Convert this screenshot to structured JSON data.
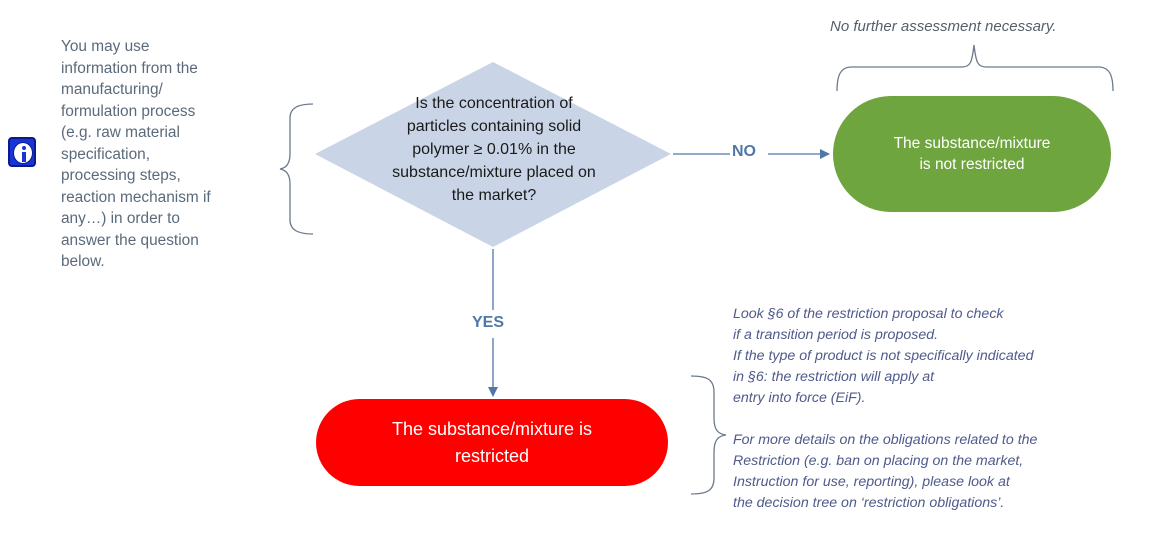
{
  "info_note": "You may use\ninformation from the\nmanufacturing/\nformulation process\n(e.g. raw material\nspecification,\nprocessing steps,\nreaction mechanism if\nany…) in order to\nanswer the question\nbelow.",
  "question": "Is the concentration of\nparticles containing solid\npolymer ≥ 0.01% in the\nsubstance/mixture placed on\nthe market?",
  "no_label": "NO",
  "yes_label": "YES",
  "not_restricted": "The substance/mixture\nis not restricted",
  "restricted": "The substance/mixture is\nrestricted",
  "no_further": "No further assessment necessary.",
  "transition_note_1": "Look §6 of the restriction proposal  to check\nif a transition period is proposed.\nIf the type of product is not specifically indicated\n in §6: the restriction will  apply at\nentry into force (EiF).",
  "transition_note_2": "For more details on the obligations related to the\nRestriction (e.g. ban on placing on the market,\nInstruction for use, reporting), please look at\nthe decision tree on ‘restriction obligations’.",
  "colors": {
    "diamond": "#c9d5e6",
    "arrow": "#4f78a8",
    "not_restricted_fill": "#6ea53e",
    "restricted_fill": "#ff0000",
    "brace": "#6d7a8c"
  },
  "icons": {
    "info": "info-icon"
  }
}
